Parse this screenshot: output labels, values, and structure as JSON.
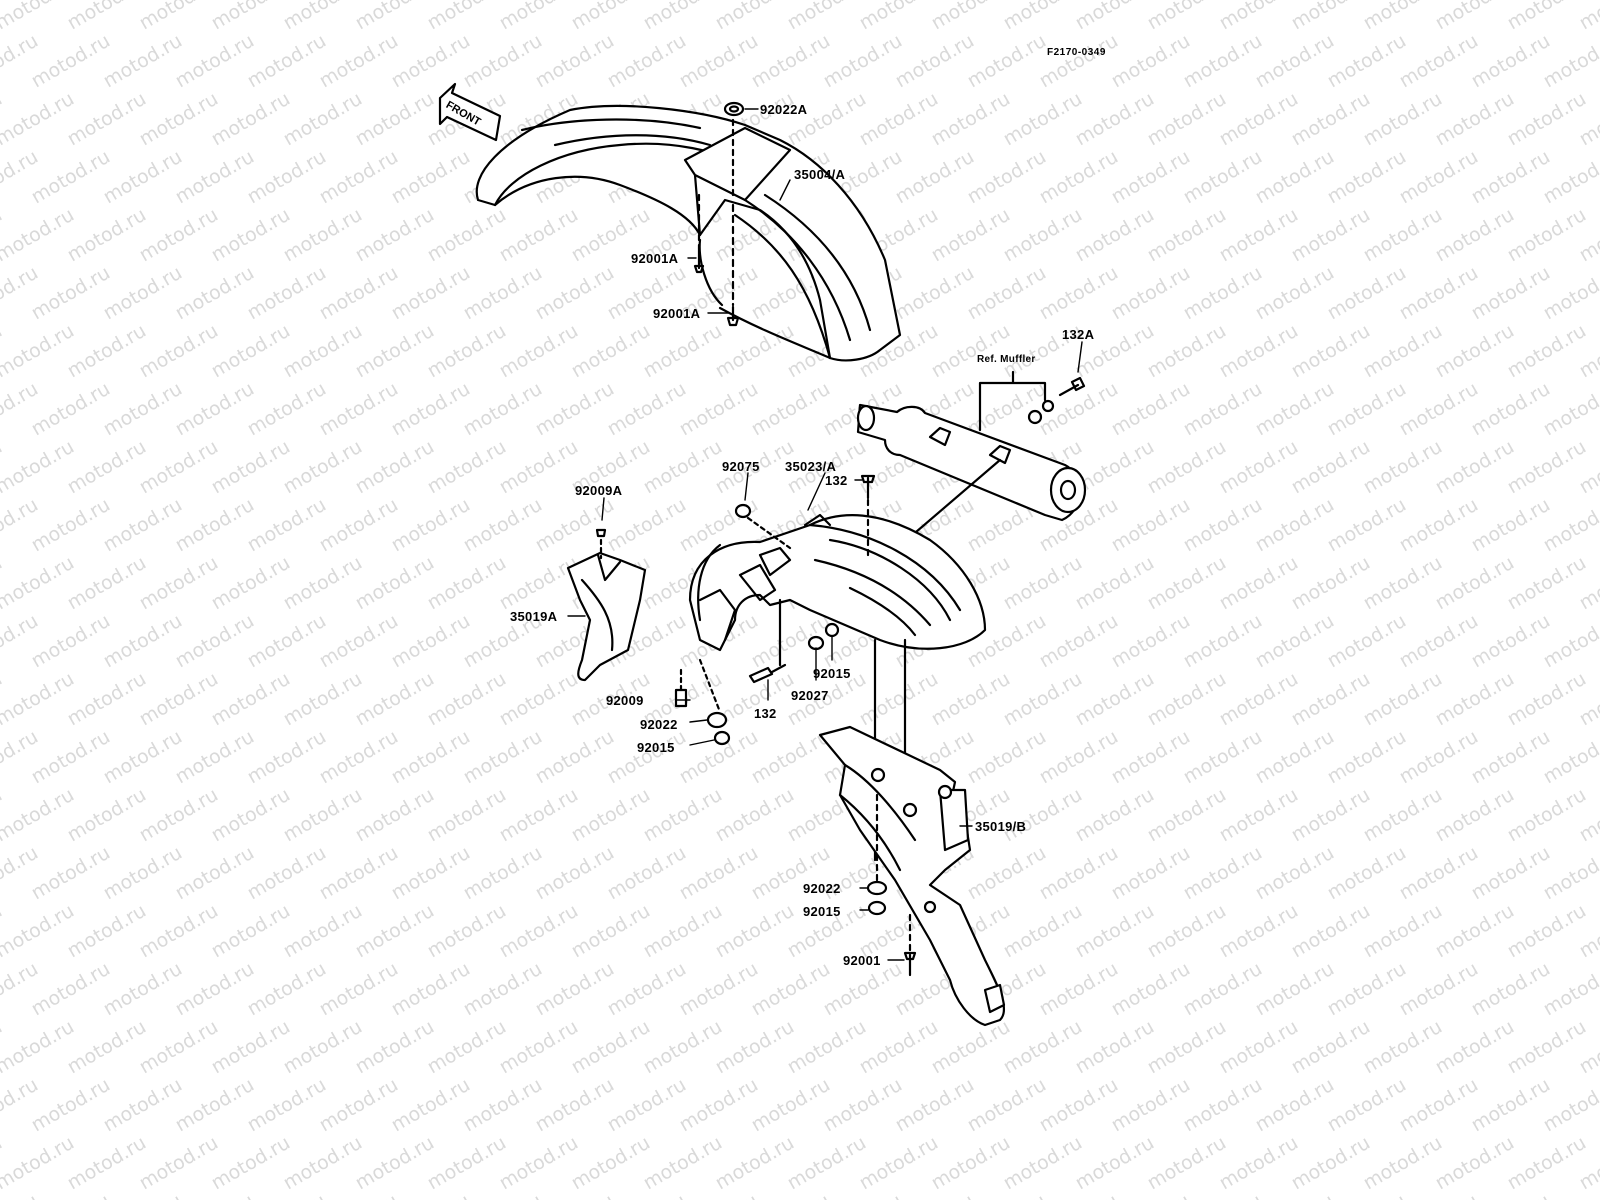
{
  "drawing_code": "F2170-0349",
  "front_arrow_label": "FRONT",
  "watermark_text": "motod.ru",
  "ref_note": "Ref. Muffler",
  "parts": {
    "front_fender": "35004/A",
    "rear_fender": "35023/A",
    "mudguard_front": "35019A",
    "mudguard_rear": "35019/B",
    "nut_92022A": "92022A",
    "bolt_92001A_1": "92001A",
    "bolt_92001A_2": "92001A",
    "bolt_132A": "132A",
    "bolt_132_top": "132",
    "bolt_132_low": "132",
    "nut_92075": "92075",
    "bolt_92009A": "92009A",
    "bolt_92009": "92009",
    "washer_92022_left": "92022",
    "nut_92015_left": "92015",
    "nut_92015_mid": "92015",
    "nut_92027": "92027",
    "washer_92022_low": "92022",
    "nut_92015_low": "92015",
    "bolt_92001_low": "92001"
  }
}
